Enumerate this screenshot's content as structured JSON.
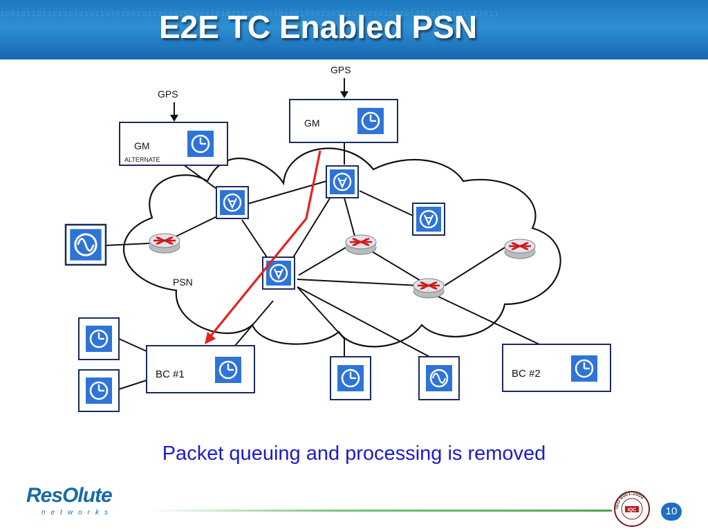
{
  "slide": {
    "title": "E2E TC Enabled PSN",
    "caption": "Packet queuing and processing is removed",
    "page_number": "10",
    "header_binary": "10010110110110101011010100101101011001011010110100101011010101101010110101001011010100101101011"
  },
  "diagram": {
    "gps_label": "GPS",
    "gm_label": "GM",
    "gm_alternate_label": "GM",
    "alternate_label": "ALTERNATE",
    "psn_label": "PSN",
    "bc1_label": "BC #1",
    "bc2_label": "BC #2"
  },
  "logo": {
    "main": "ResOlute",
    "sub": "networks"
  },
  "seal": {
    "ring_text": "ISO 9001:2000",
    "center_text": "IQC"
  },
  "colors": {
    "header_blue": "#1e78c0",
    "node_blue": "#2e74d8",
    "caption_blue": "#1a1acd",
    "timing_path_red": "#e8201f",
    "logo_blue": "#1a6aa8"
  },
  "icons": {
    "clock": "clock-icon",
    "transparent_clock": "transparent-clock-icon",
    "sine_wave": "sine-wave-icon",
    "router": "router-icon"
  }
}
